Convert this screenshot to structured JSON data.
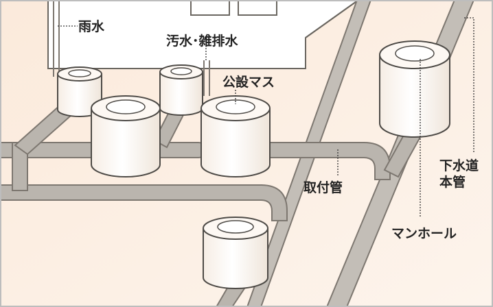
{
  "labels": {
    "rainwater": "雨水",
    "sewage": "汚水･雑排水",
    "public_basin": "公設マス",
    "connection_pipe": "取付管",
    "manhole": "マンホール",
    "main_sewer_line1": "下水道",
    "main_sewer_line2": "本管"
  },
  "colors": {
    "ground": "#fbeee2",
    "pipe": "#bab5ae",
    "pipe_edge": "#7d7770",
    "basin_body": "#fdf8f3",
    "outline": "#4d4a46",
    "house": "#ffffff",
    "border": "#bdbdbd"
  }
}
